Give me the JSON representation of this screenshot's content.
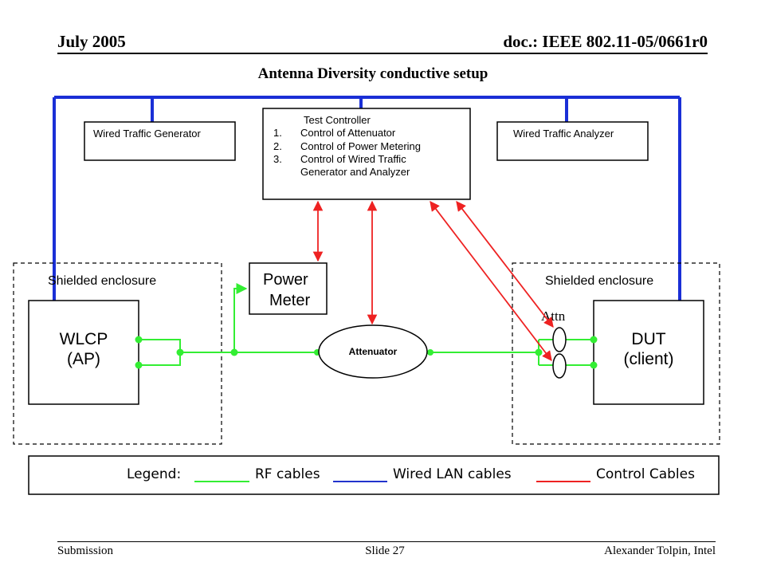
{
  "header": {
    "date": "July 2005",
    "doc": "doc.: IEEE 802.11-05/0661r0"
  },
  "title": "Antenna Diversity conductive setup",
  "footer": {
    "left": "Submission",
    "center": "Slide 27",
    "right": "Alexander Tolpin, Intel"
  },
  "diagram": {
    "wired_traffic_generator": "Wired Traffic Generator",
    "wired_traffic_analyzer": "Wired Traffic Analyzer",
    "test_controller": {
      "title": "Test Controller",
      "items": [
        {
          "num": "1.",
          "text": "Control of Attenuator"
        },
        {
          "num": "2.",
          "text": "Control of Power Metering"
        },
        {
          "num": "3.",
          "text": "Control of  Wired Traffic"
        },
        {
          "num": "",
          "text": "Generator and Analyzer"
        }
      ]
    },
    "power_meter": {
      "line1": "Power",
      "line2": "Meter"
    },
    "attenuator": "Attenuator",
    "attn_label": "Attn",
    "left_enclosure": "Shielded enclosure",
    "right_enclosure": "Shielded enclosure",
    "wlcp": {
      "line1": "WLCP",
      "line2": "(AP)"
    },
    "dut": {
      "line1": "DUT",
      "line2": "(client)"
    }
  },
  "legend": {
    "prefix": "Legend:",
    "items": [
      {
        "label": "RF cables",
        "color": "#33ee33"
      },
      {
        "label": "Wired LAN cables",
        "color": "#2233cc"
      },
      {
        "label": "Control Cables",
        "color": "#ee2222"
      }
    ]
  },
  "colors": {
    "rf": "#33ee33",
    "wired": "#1a2fd6",
    "control": "#ee2222"
  }
}
